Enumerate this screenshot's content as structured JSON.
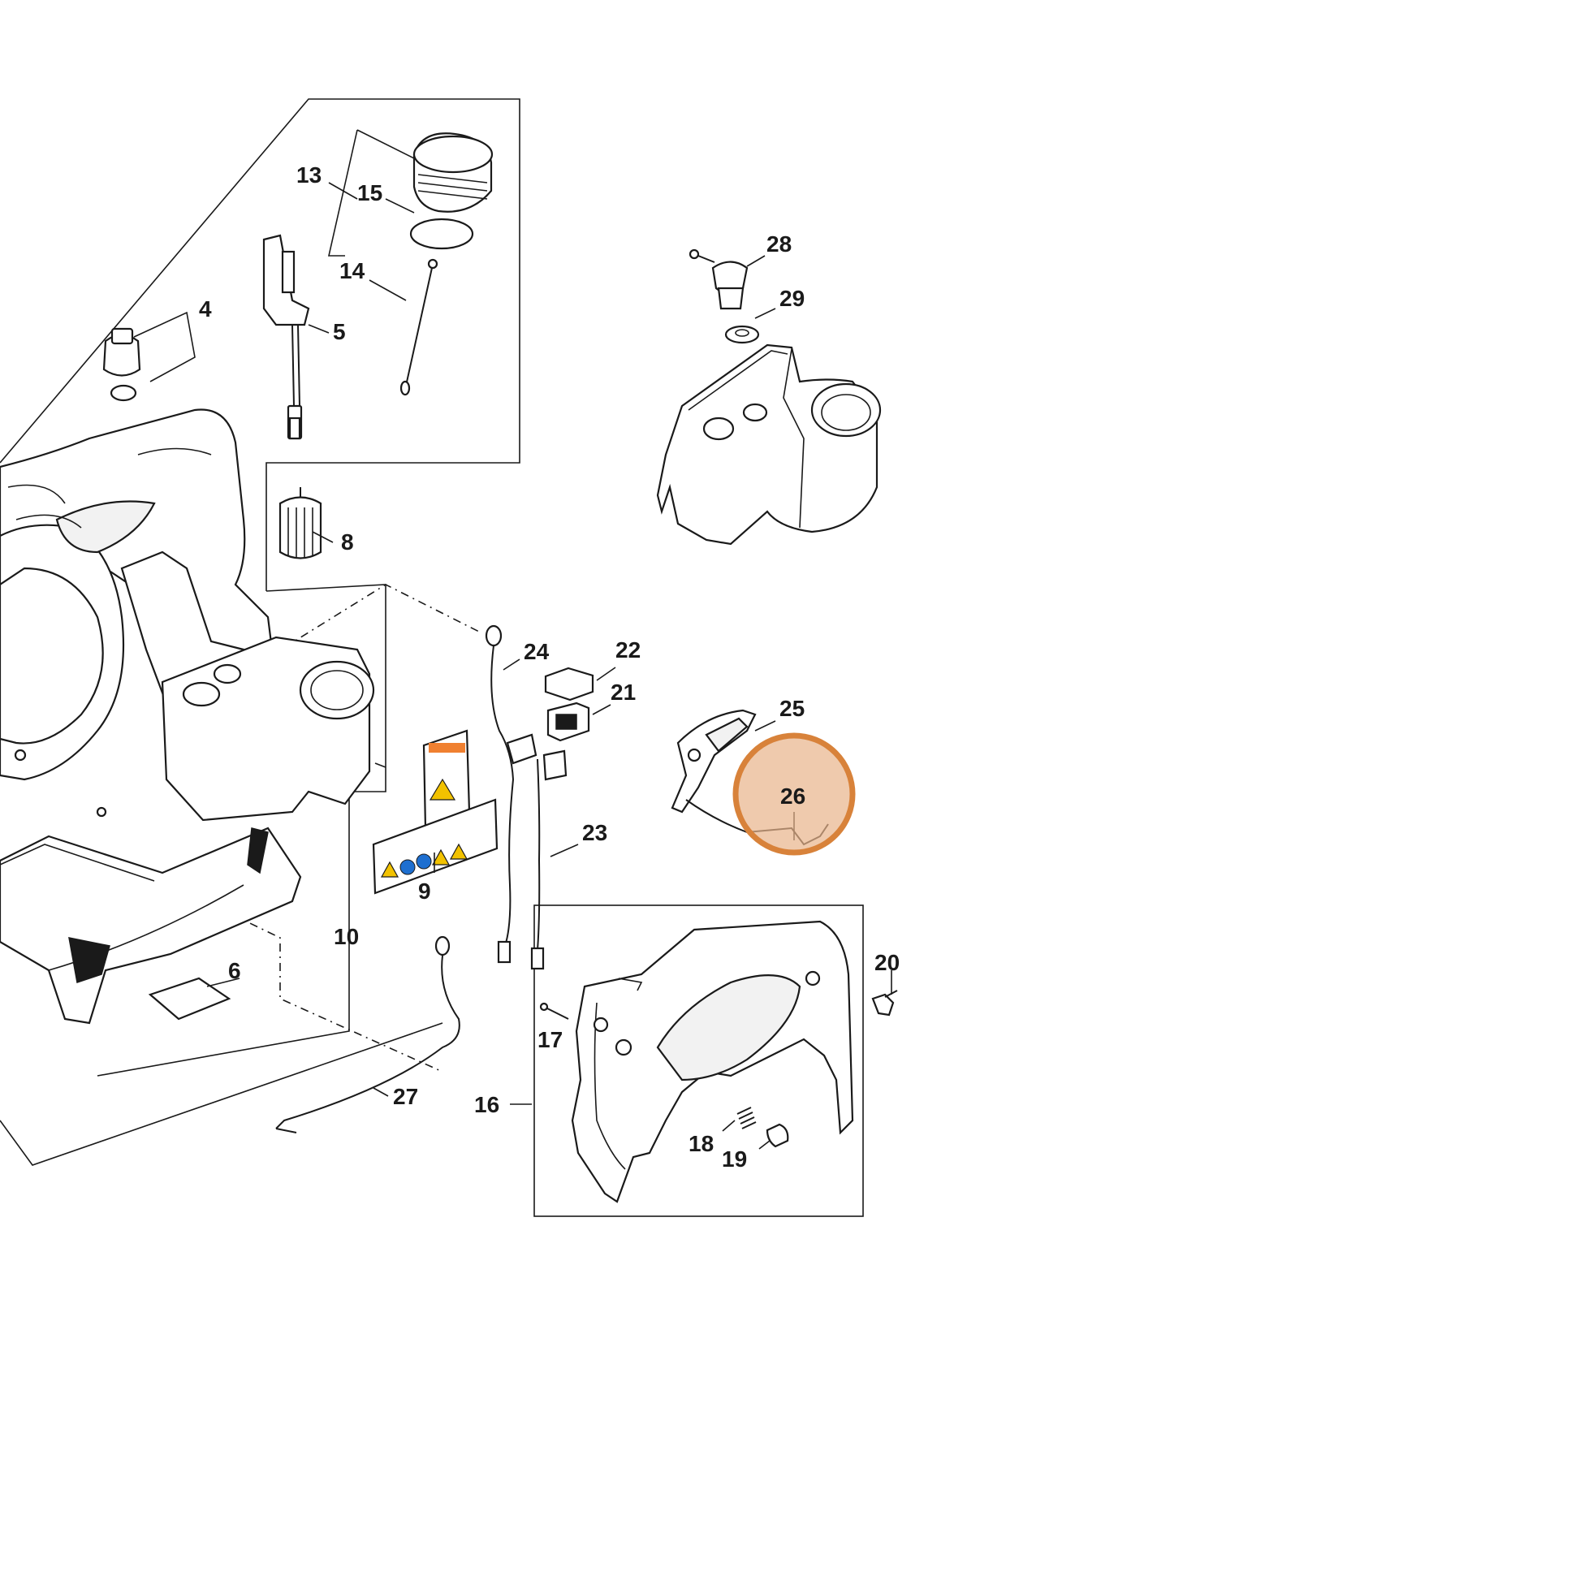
{
  "callouts": {
    "p4": "4",
    "p5": "5",
    "p6": "6",
    "p8": "8",
    "p9": "9",
    "p10": "10",
    "p13": "13",
    "p14": "14",
    "p15": "15",
    "p16": "16",
    "p17": "17",
    "p18": "18",
    "p19": "19",
    "p20": "20",
    "p21": "21",
    "p22": "22",
    "p23": "23",
    "p24": "24",
    "p25": "25",
    "p26": "26",
    "p27": "27",
    "p28": "28",
    "p29": "29"
  },
  "highlight": {
    "part": "26",
    "color": "#d8823a",
    "fill": "#e8b48a"
  },
  "icons": [
    "warning-triangle-icon",
    "eye-protection-icon",
    "ear-protection-icon",
    "hot-surface-icon"
  ]
}
